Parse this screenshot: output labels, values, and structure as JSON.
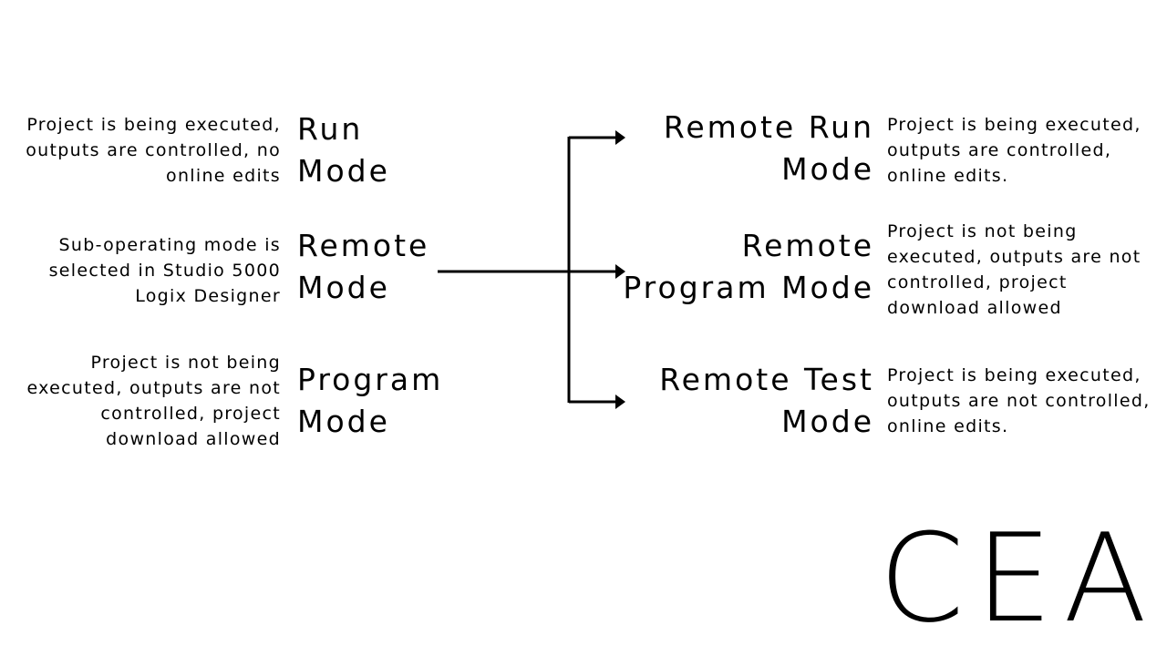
{
  "left": {
    "run": {
      "desc": "Project is being executed,\noutputs are controlled, no\nonline edits",
      "label": "Run\nMode"
    },
    "remote": {
      "desc": "Sub-operating mode is\nselected in Studio 5000\nLogix Designer",
      "label": "Remote\nMode"
    },
    "program": {
      "desc": "Project is not being\nexecuted, outputs are not\ncontrolled, project\ndownload allowed",
      "label": "Program\nMode"
    }
  },
  "right": {
    "remote_run": {
      "label": "Remote Run\nMode",
      "desc": "Project is being executed,\noutputs are controlled,\nonline edits."
    },
    "remote_program": {
      "label": "Remote\nProgram Mode",
      "desc": "Project is not being\nexecuted, outputs are not\ncontrolled, project\ndownload allowed"
    },
    "remote_test": {
      "label": "Remote Test\nMode",
      "desc": "Project is being executed,\noutputs are not controlled,\nonline edits."
    }
  },
  "logo": {
    "text": "CEA"
  }
}
